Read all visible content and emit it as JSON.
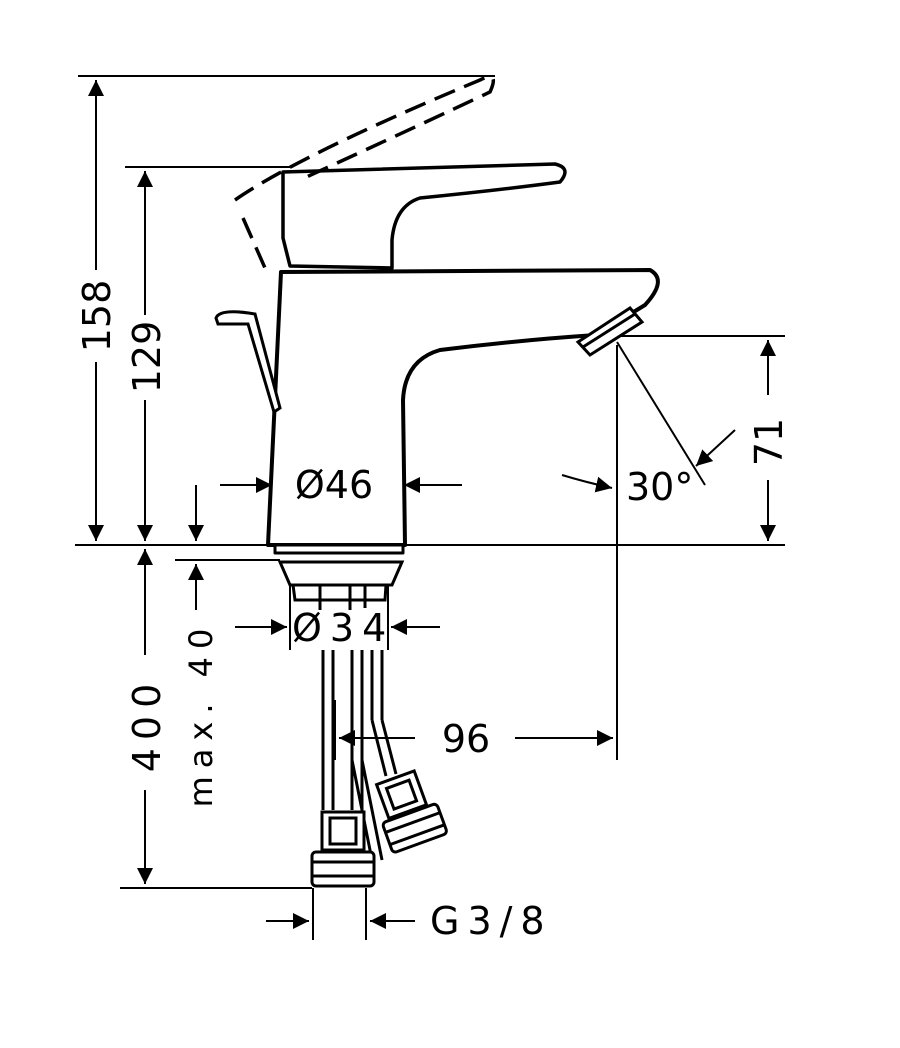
{
  "dimensions": {
    "total_height": "158",
    "body_height": "129",
    "spout_height": "71",
    "body_diameter": "Ø46",
    "spray_angle": "30°",
    "mount_hole_diameter": "Ø34",
    "hose_length": "400",
    "max_counter_thickness": "max. 40",
    "spout_reach": "96",
    "connection_thread": "G3/8"
  },
  "colors": {
    "line": "#000000",
    "background": "#ffffff"
  }
}
